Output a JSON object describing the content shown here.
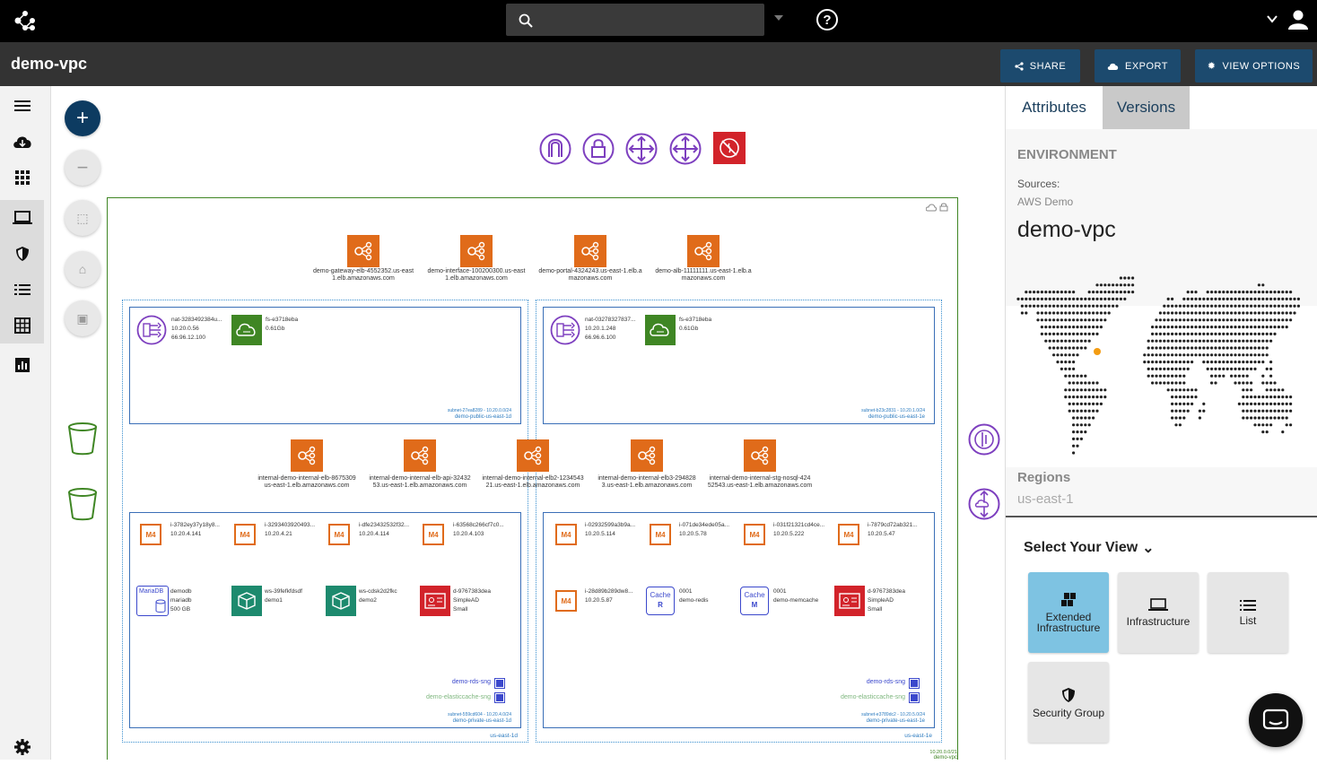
{
  "app": {
    "title": "demo-vpc",
    "search_placeholder": ""
  },
  "toolbar": {
    "share": "SHARE",
    "export": "EXPORT",
    "view_options": "VIEW OPTIONS"
  },
  "diagram": {
    "public_elbs": [
      {
        "l1": "demo-gateway-elb-4552352.us-east",
        "l2": "1.elb.amazonaws.com"
      },
      {
        "l1": "demo-interface-100200300.us-east",
        "l2": "1.elb.amazonaws.com"
      },
      {
        "l1": "demo-portal-4324243.us-east-1.elb.a",
        "l2": "mazonaws.com"
      },
      {
        "l1": "demo-alb-11111111.us-east-1.elb.a",
        "l2": "mazonaws.com"
      }
    ],
    "internal_elbs": [
      {
        "l1": "internal-demo-internal-elb-8675309",
        "l2": "us-east-1.elb.amazonaws.com"
      },
      {
        "l1": "internal-demo-internal-elb-api-32432",
        "l2": "53.us-east-1.elb.amazonaws.com"
      },
      {
        "l1": "internal-demo-internal-elb2-1234543",
        "l2": "21.us-east-1.elb.amazonaws.com"
      },
      {
        "l1": "internal-demo-internal-elb3-294828",
        "l2": "3.us-east-1.elb.amazonaws.com"
      },
      {
        "l1": "internal-demo-internal-stg-nosql-424",
        "l2": "52543.us-east-1.elb.amazonaws.com"
      }
    ],
    "pub1": {
      "nat": [
        "nat-3283492384u...",
        "10.20.0.56",
        "66.96.12.100"
      ],
      "fs": [
        "fs-e3718eba",
        "0.61Gb"
      ],
      "subnet": "subnet-27ea8289 - 10.20.0.0/24",
      "name": "demo-public-us-east-1d"
    },
    "pub2": {
      "nat": [
        "nat-03278327837...",
        "10.20.1.248",
        "66.96.6.100"
      ],
      "fs": [
        "fs-e3718eba",
        "0.61Gb"
      ],
      "subnet": "subnet-b23c2831 - 10.20.1.0/24",
      "name": "demo-public-us-east-1e"
    },
    "priv1": {
      "instances": [
        [
          "i-3782ey37y18y8...",
          "10.20.4.141"
        ],
        [
          "i-3293403920493...",
          "10.20.4.21"
        ],
        [
          "i-dfe23432532f32...",
          "10.20.4.114"
        ],
        [
          "i-63568c266cf7c0...",
          "10.20.4.103"
        ]
      ],
      "db": [
        "demodb",
        "mariadb",
        "500 GB"
      ],
      "ws1": [
        "ws-39fefkfdsdf",
        "demo1"
      ],
      "ws2": [
        "ws-cdsk2d2fkc",
        "demo2"
      ],
      "dir": [
        "d-9767383dea",
        "SimpleAD",
        "Small"
      ],
      "sg1": "demo-rds-sng",
      "sg2": "demo-elasticcache-sng",
      "subnet": "subnet-559cd604 - 10.20.4.0/24",
      "name": "demo-private-us-east-1d"
    },
    "priv2": {
      "instances": [
        [
          "i-02932599a3b9a...",
          "10.20.5.114"
        ],
        [
          "i-071de34ede05a...",
          "10.20.5.78"
        ],
        [
          "i-031f21321cd4ce...",
          "10.20.5.222"
        ],
        [
          "i-7879cd72ab321...",
          "10.20.5.47"
        ]
      ],
      "inst5": [
        "i-28d89b289dw8...",
        "10.20.5.87"
      ],
      "redis": [
        "0001",
        "demo-redis"
      ],
      "memcache": [
        "0001",
        "demo-memcache"
      ],
      "dir": [
        "d-9767383dea",
        "SimpleAD",
        "Small"
      ],
      "sg1": "demo-rds-sng",
      "sg2": "demo-elasticcache-sng",
      "subnet": "subnet-e3789dc2 - 10.20.5.0/24",
      "name": "demo-private-us-east-1e"
    },
    "az1": "us-east-1d",
    "az2": "us-east-1e",
    "vpc_cidr": "10.20.0.0/21",
    "vpc_name": "demo-vpc",
    "cache_r": "Cache",
    "cache_m": "Cache",
    "m4": "M4",
    "mariadb": "MariaDB"
  },
  "panel": {
    "tabs": [
      "Attributes",
      "Versions"
    ],
    "heading": "ENVIRONMENT",
    "sources_label": "Sources:",
    "sources_value": "AWS Demo",
    "name": "demo-vpc",
    "regions_label": "Regions",
    "regions_value": "us-east-1",
    "select_view": "Select Your View",
    "views": [
      "Extended Infrastructure",
      "Infrastructure",
      "List",
      "Security Group"
    ]
  },
  "colors": {
    "accent": "#1c4a6e",
    "aws_orange": "#e06b1a",
    "selected_view": "#7ec3e2",
    "vpc_border": "#3f8624"
  }
}
